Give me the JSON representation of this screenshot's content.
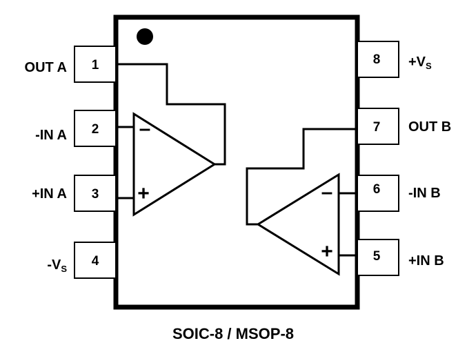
{
  "package_label": "SOIC-8 / MSOP-8",
  "pins": [
    {
      "number": "1",
      "name": "OUT A",
      "name_sub": ""
    },
    {
      "number": "2",
      "name": "-IN A",
      "name_sub": ""
    },
    {
      "number": "3",
      "name": "+IN A",
      "name_sub": ""
    },
    {
      "number": "4",
      "name": "-V",
      "name_sub": "S"
    },
    {
      "number": "5",
      "name": "+IN B",
      "name_sub": ""
    },
    {
      "number": "6",
      "name": "-IN B",
      "name_sub": ""
    },
    {
      "number": "7",
      "name": "OUT B",
      "name_sub": ""
    },
    {
      "number": "8",
      "name": "+V",
      "name_sub": "S"
    }
  ],
  "amplifiers": [
    {
      "inverting_sign": "–",
      "noninverting_sign": "+"
    },
    {
      "inverting_sign": "–",
      "noninverting_sign": "+"
    }
  ]
}
